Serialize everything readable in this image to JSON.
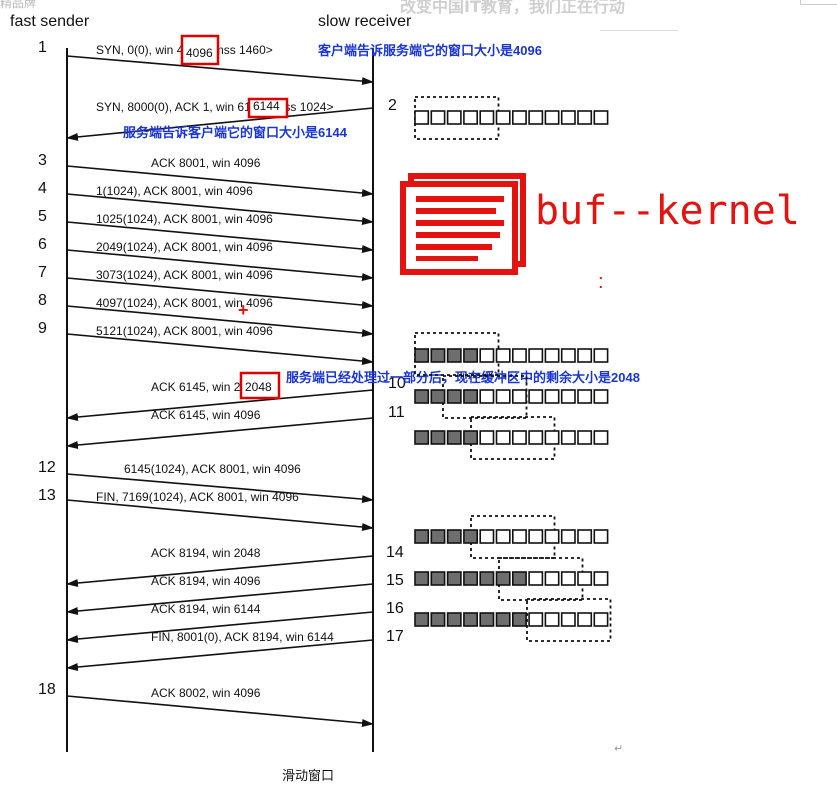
{
  "header": {
    "sender_label": "fast sender",
    "receiver_label": "slow receiver",
    "watermark_left": "精品牌",
    "watermark_right": "改变中国IT教育，我们正在行动"
  },
  "caption": "滑动窗口",
  "return_mark": "↵",
  "big_label": "buf--kernel",
  "colon_mark": ":",
  "plus_mark": "+",
  "colors": {
    "line": "#111111",
    "highlight_box": "#e00000",
    "note_blue": "#1a35d6",
    "buffer_filled": "#6e6e6e",
    "logo_red": "#e4130f"
  },
  "sender_step_numbers": [
    "1",
    "3",
    "4",
    "5",
    "6",
    "7",
    "8",
    "9",
    "12",
    "13",
    "18"
  ],
  "receiver_step_numbers": [
    "2",
    "10",
    "11",
    "14",
    "15",
    "16",
    "17"
  ],
  "messages": [
    {
      "text": "SYN, 0(0), win 4096 <mss 1460>"
    },
    {
      "text": "SYN, 8000(0), ACK 1, win 6144 <mss 1024>"
    },
    {
      "text": "ACK 8001, win 4096"
    },
    {
      "text": "1(1024), ACK 8001, win 4096"
    },
    {
      "text": "1025(1024), ACK 8001, win 4096"
    },
    {
      "text": "2049(1024), ACK 8001, win 4096"
    },
    {
      "text": "3073(1024), ACK 8001, win 4096"
    },
    {
      "text": "4097(1024), ACK 8001, win 4096"
    },
    {
      "text": "5121(1024), ACK 8001, win 4096"
    },
    {
      "text": "ACK 6145, win 2048"
    },
    {
      "text": "ACK 6145, win 4096"
    },
    {
      "text": "6145(1024), ACK 8001, win 4096"
    },
    {
      "text": "FIN, 7169(1024), ACK 8001, win 4096"
    },
    {
      "text": "ACK 8194, win 2048"
    },
    {
      "text": "ACK 8194, win 4096"
    },
    {
      "text": "ACK 8194, win 6144"
    },
    {
      "text": "FIN, 8001(0), ACK 8194, win 6144"
    },
    {
      "text": "ACK 8002, win 4096"
    }
  ],
  "highlighted_values": [
    "4096",
    "6144",
    "2048"
  ],
  "notes": [
    {
      "text": "客户端告诉服务端它的窗口大小是4096"
    },
    {
      "text": "服务端告诉客户端它的窗口大小是6144"
    },
    {
      "text": "服务端已经处理过一部分后，现在缓冲区中的剩余大小是2048"
    }
  ],
  "buffers": [
    {
      "cells": 12,
      "filled": 0
    },
    {
      "cells": 12,
      "filled": 4
    },
    {
      "cells": 12,
      "filled": 4
    },
    {
      "cells": 12,
      "filled": 4
    },
    {
      "cells": 12,
      "filled": 4
    },
    {
      "cells": 12,
      "filled": 7
    },
    {
      "cells": 12,
      "filled": 7
    }
  ]
}
